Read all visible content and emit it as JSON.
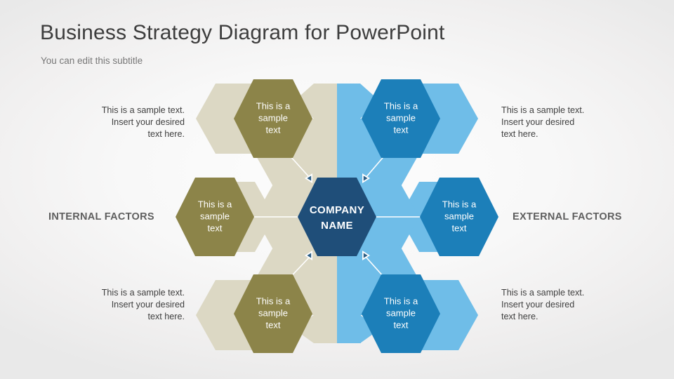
{
  "header": {
    "title": "Business Strategy Diagram for PowerPoint",
    "subtitle": "You can edit this subtitle"
  },
  "labels": {
    "internal": "INTERNAL FACTORS",
    "external": "EXTERNAL FACTORS"
  },
  "notes": {
    "top_left": {
      "line1": "This is a sample text.",
      "line2": "Insert your desired",
      "line3": "text here."
    },
    "bottom_left": {
      "line1": "This is a sample text.",
      "line2": "Insert your desired",
      "line3": "text here."
    },
    "top_right": {
      "line1": "This is a sample text.",
      "line2": "Insert your desired",
      "line3": "text here."
    },
    "bottom_right": {
      "line1": "This is a sample text.",
      "line2": "Insert your desired",
      "line3": "text here."
    }
  },
  "diagram": {
    "center": {
      "line1": "COMPANY",
      "line2": "NAME"
    },
    "nodes": [
      {
        "id": "internal-top",
        "side": "internal",
        "line1": "This is a",
        "line2": "sample",
        "line3": "text"
      },
      {
        "id": "internal-middle",
        "side": "internal",
        "line1": "This is a",
        "line2": "sample",
        "line3": "text"
      },
      {
        "id": "internal-bottom",
        "side": "internal",
        "line1": "This is a",
        "line2": "sample",
        "line3": "text"
      },
      {
        "id": "external-top",
        "side": "external",
        "line1": "This is a",
        "line2": "sample",
        "line3": "text"
      },
      {
        "id": "external-middle",
        "side": "external",
        "line1": "This is a",
        "line2": "sample",
        "line3": "text"
      },
      {
        "id": "external-bottom",
        "side": "external",
        "line1": "This is a",
        "line2": "sample",
        "line3": "text"
      }
    ]
  },
  "colors": {
    "backdrop_internal": "#DCD8C4",
    "backdrop_external": "#6FBDE8",
    "node_internal": "#8C8449",
    "node_external": "#1C7FB9",
    "center_hex": "#1F4E79",
    "arrow": "#FFFFFF",
    "title_text": "#3D3D3D",
    "subtitle_text": "#777777",
    "label_text": "#5E5E5E",
    "note_text": "#3F3F3F"
  }
}
